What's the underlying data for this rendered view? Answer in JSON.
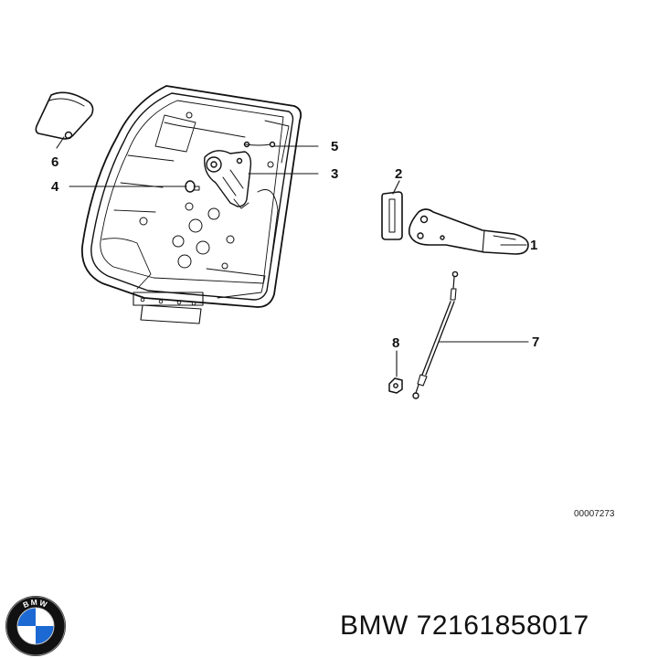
{
  "diagram": {
    "callouts": [
      "1",
      "2",
      "3",
      "4",
      "5",
      "6",
      "7",
      "8"
    ],
    "reference_code": "00007273"
  },
  "caption": {
    "brand": "BMW",
    "part_number": "72161858017",
    "text": "BMW 72161858017"
  },
  "logo": {
    "letters": "BMW",
    "colors": {
      "blue": "#1c69d4",
      "white": "#ffffff",
      "ring": "#111111"
    }
  }
}
